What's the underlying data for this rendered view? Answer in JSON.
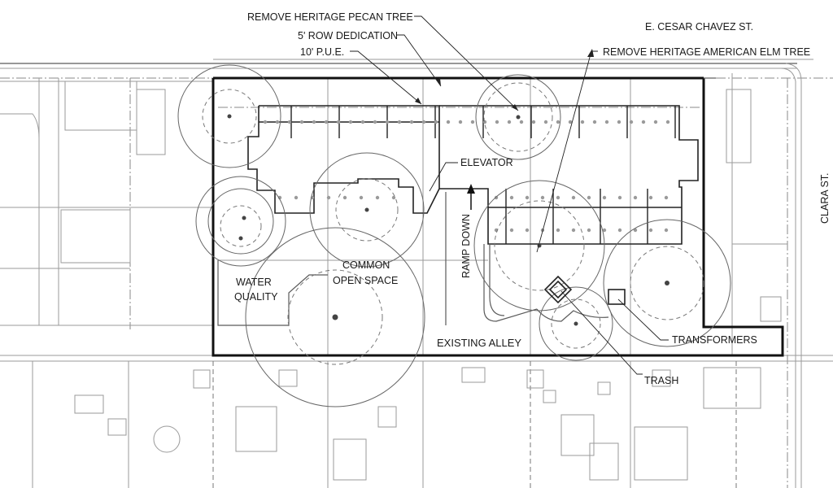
{
  "plan": {
    "labels": {
      "remove_pecan": "REMOVE HERITAGE PECAN TREE",
      "row_dedication": "5' ROW DEDICATION",
      "pue": "10' P.U.E.",
      "street_north": "E. CESAR CHAVEZ ST.",
      "remove_elm": "REMOVE HERITAGE AMERICAN ELM TREE",
      "street_east": "CLARA ST.",
      "elevator": "ELEVATOR",
      "common_open_space_1": "COMMON",
      "common_open_space_2": "OPEN SPACE",
      "water_quality_1": "WATER",
      "water_quality_2": "QUALITY",
      "ramp_down": "RAMP DOWN",
      "existing_alley": "EXISTING ALLEY",
      "transformers": "TRANSFORMERS",
      "trash": "TRASH"
    }
  }
}
